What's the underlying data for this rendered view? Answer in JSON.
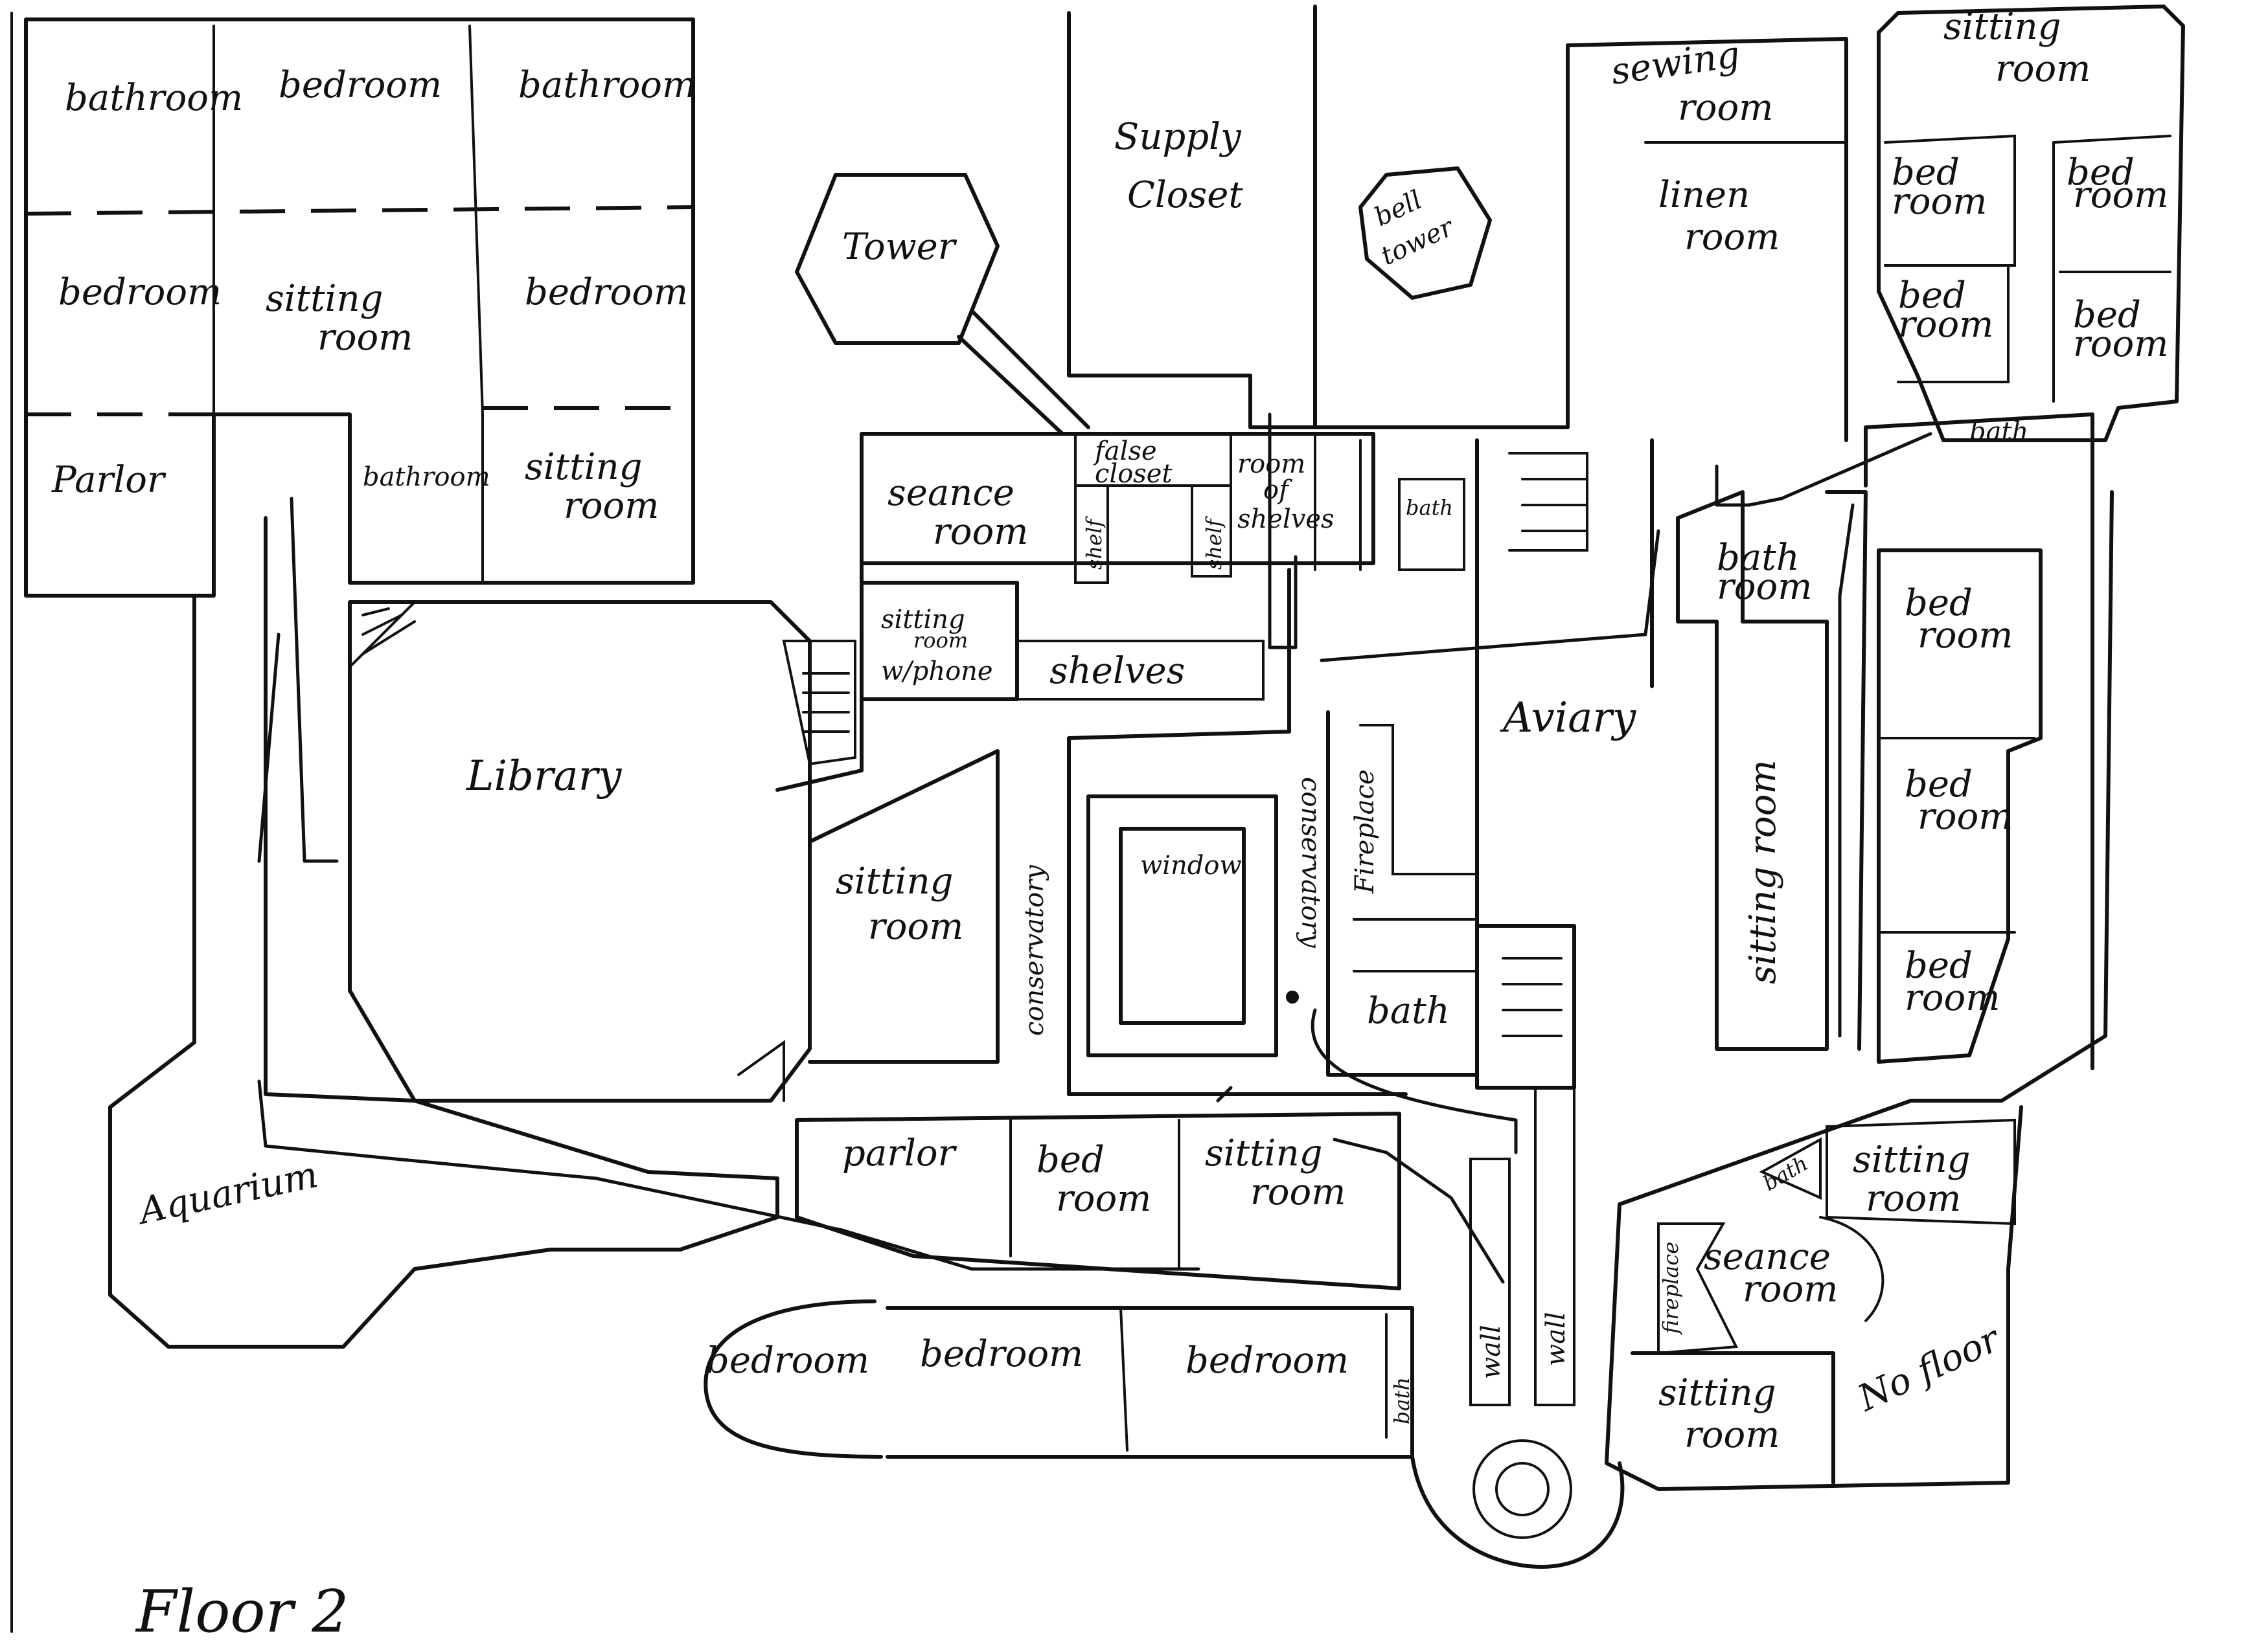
{
  "floor_label": "Floor 2",
  "rooms": {
    "nw_bathroom_1": "bathroom",
    "nw_bedroom_top": "bedroom",
    "nw_bathroom_2": "bathroom",
    "nw_bedroom_left": "bedroom",
    "nw_sitting_room_a": "sitting",
    "nw_sitting_room_b": "room",
    "nw_bedroom_right": "bedroom",
    "nw_parlor": "Parlor",
    "nw_bathroom_3": "bathroom",
    "nw_sitting2_a": "sitting",
    "nw_sitting2_b": "room",
    "library": "Library",
    "aquarium": "Aquarium",
    "tower": "Tower",
    "supply_closet_a": "Supply",
    "supply_closet_b": "Closet",
    "bell_tower_a": "bell",
    "bell_tower_b": "tower",
    "false_closet_a": "false",
    "false_closet_b": "closet",
    "seance_room_a": "seance",
    "seance_room_b": "room",
    "shelf_1": "shelf",
    "shelf_2": "shelf",
    "room_of_shelves_a": "room",
    "room_of_shelves_b": "of",
    "room_of_shelves_c": "shelves",
    "sitting_phone_a": "sitting",
    "sitting_phone_b": "room",
    "sitting_phone_c": "w/phone",
    "shelves": "shelves",
    "bath_small": "bath",
    "sewing_room_a": "sewing",
    "sewing_room_b": "room",
    "linen_room_a": "linen",
    "linen_room_b": "room",
    "ne_sitting_a": "sitting",
    "ne_sitting_b": "room",
    "ne_bed_1a": "bed",
    "ne_bed_1b": "room",
    "ne_bed_2a": "bed",
    "ne_bed_2b": "room",
    "ne_bed_3a": "bed",
    "ne_bed_3b": "room",
    "ne_bed_4a": "bed",
    "ne_bed_4b": "room",
    "ne_bath": "bath",
    "aviary": "Aviary",
    "bath_room_a": "bath",
    "bath_room_b": "room",
    "sitting_room_vertical": "sitting room",
    "e_bed_1a": "bed",
    "e_bed_1b": "room",
    "e_bed_2a": "bed",
    "e_bed_2b": "room",
    "e_bed_3a": "bed",
    "e_bed_3b": "room",
    "sitting_room_mid_a": "sitting",
    "sitting_room_mid_b": "room",
    "conservatory_left": "conservatory",
    "conservatory_right": "conservatory",
    "window": "window",
    "fireplace": "Fireplace",
    "bath_mid": "bath",
    "parlor_s": "parlor",
    "bed_room_s_a": "bed",
    "bed_room_s_b": "room",
    "sitting_s_a": "sitting",
    "sitting_s_b": "room",
    "bedroom_round": "bedroom",
    "bedroom_s2": "bedroom",
    "bedroom_s3": "bedroom",
    "bath_s_vertical": "bath",
    "wall_1": "wall",
    "wall_2": "wall",
    "se_bath": "bath",
    "se_sitting_a": "sitting",
    "se_sitting_b": "room",
    "se_fireplace": "fireplace",
    "se_seance_a": "seance",
    "se_seance_b": "room",
    "se_sitting2_a": "sitting",
    "se_sitting2_b": "room",
    "no_floor": "No floor"
  }
}
